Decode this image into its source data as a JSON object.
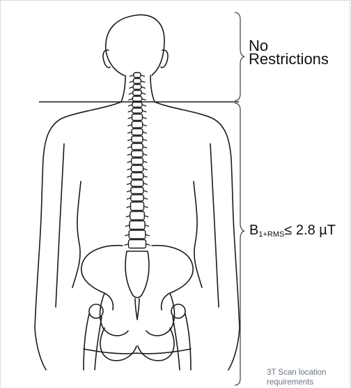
{
  "zones": {
    "upper": {
      "text_line1": "No",
      "text_line2": "Restrictions"
    },
    "lower": {
      "prefix": "B",
      "subscript": "1+RMS",
      "operator": "≤",
      "value": "2.8",
      "unit": "µT"
    }
  },
  "caption": "3T Scan location requirements",
  "colors": {
    "line": "#1a1a1a",
    "bracket": "#4a4a4a",
    "caption": "#6a7480",
    "frame": "#d9d9d9"
  }
}
